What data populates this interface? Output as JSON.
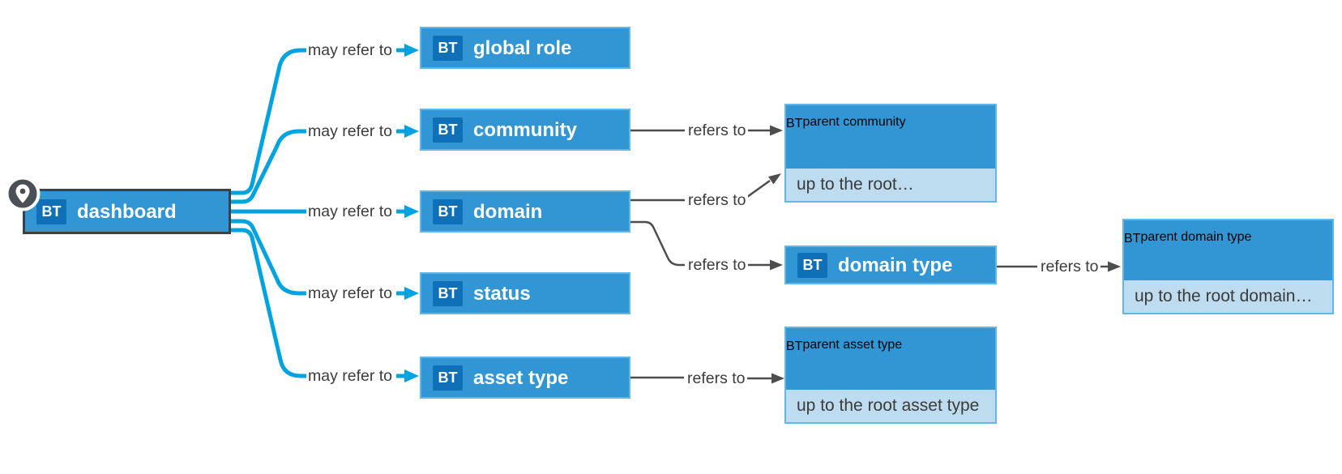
{
  "diagram": {
    "badge_label": "BT",
    "nodes": {
      "dashboard": {
        "label": "dashboard"
      },
      "global_role": {
        "label": "global role"
      },
      "community": {
        "label": "community"
      },
      "domain": {
        "label": "domain"
      },
      "status": {
        "label": "status"
      },
      "asset_type": {
        "label": "asset type"
      },
      "parent_community": {
        "label": "parent community",
        "note": "up to the root…"
      },
      "domain_type": {
        "label": "domain type"
      },
      "parent_domain_type": {
        "label": "parent domain type",
        "note": "up to the root domain…"
      },
      "parent_asset_type": {
        "label": "parent asset type",
        "note": "up to the root asset type"
      }
    },
    "edge_labels": {
      "may_refer_to": "may refer to",
      "refers_to": "refers to"
    },
    "edges": [
      {
        "from": "dashboard",
        "to": "global role",
        "label": "may refer to"
      },
      {
        "from": "dashboard",
        "to": "community",
        "label": "may refer to"
      },
      {
        "from": "dashboard",
        "to": "domain",
        "label": "may refer to"
      },
      {
        "from": "dashboard",
        "to": "status",
        "label": "may refer to"
      },
      {
        "from": "dashboard",
        "to": "asset type",
        "label": "may refer to"
      },
      {
        "from": "community",
        "to": "parent community",
        "label": "refers to"
      },
      {
        "from": "domain",
        "to": "parent community",
        "label": "refers to"
      },
      {
        "from": "domain",
        "to": "domain type",
        "label": "refers to"
      },
      {
        "from": "domain type",
        "to": "parent domain type",
        "label": "refers to"
      },
      {
        "from": "asset type",
        "to": "parent asset type",
        "label": "refers to"
      }
    ],
    "colors": {
      "node_fill": "#3296d4",
      "node_border": "#62b7e6",
      "badge_bg": "#0f70b7",
      "note_bg": "#bedcef",
      "may_refer_edge": "#00a3e0",
      "refers_edge": "#4d4d4d",
      "dashboard_border": "#3d4145",
      "pin_bg": "#4a5056"
    }
  }
}
